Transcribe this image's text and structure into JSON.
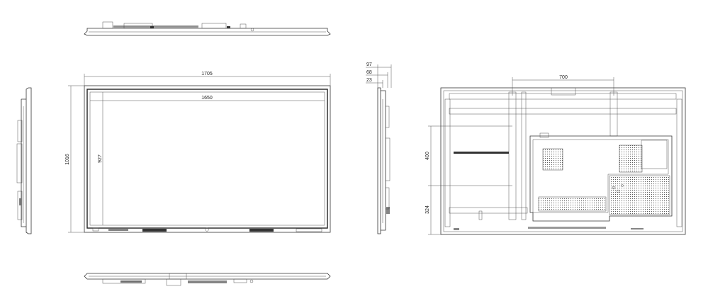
{
  "dimensions": {
    "overall_width": "1705",
    "overall_height": "1016",
    "active_width": "1650",
    "active_height": "927",
    "depth_total": "97",
    "depth_mid": "68",
    "depth_panel": "23",
    "vesa_horizontal": "700",
    "vesa_vertical": "400",
    "mount_offset": "324"
  }
}
